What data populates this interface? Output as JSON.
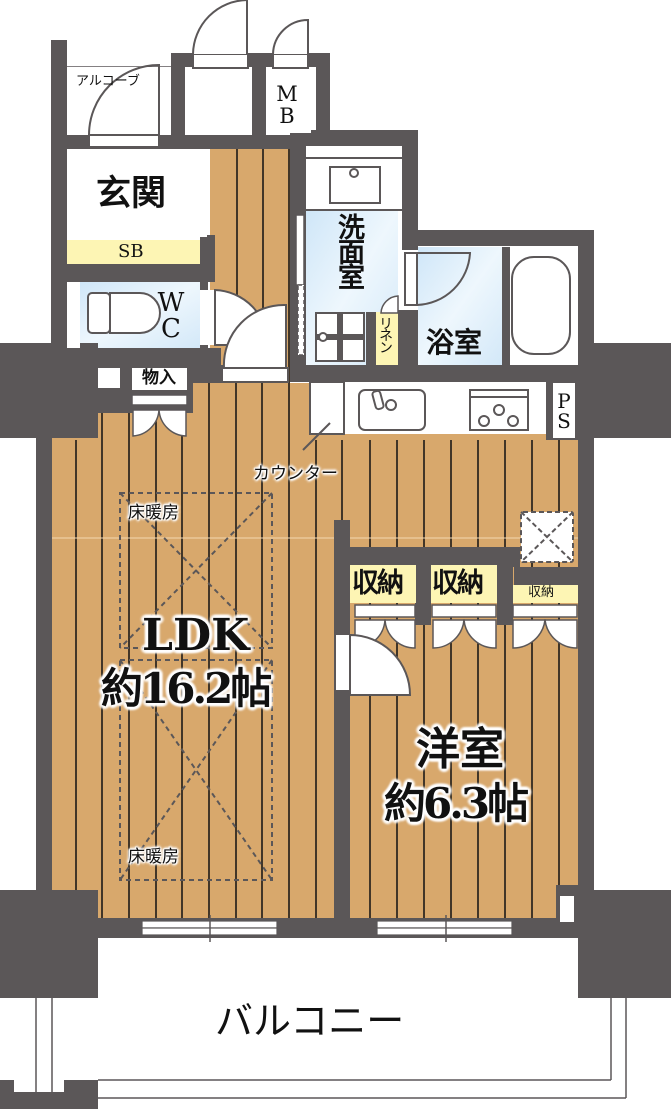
{
  "plan": {
    "title": "Floor plan 1LDK",
    "colors": {
      "wall": "#5b5758",
      "floor_wood": "#d8a86c",
      "floor_line": "#111111",
      "wet_area": "#d7ebf9",
      "storage_label_bg": "#fdf5b4",
      "fixture_stroke": "#5b5758",
      "heating_dash": "#5b5758"
    },
    "rooms": {
      "alcove": "アルコーブ",
      "mb": "MB",
      "entrance": "玄関",
      "shoe_box": "SB",
      "toilet": "WC",
      "washroom": "洗面室",
      "linen": "リネン",
      "bathroom": "浴室",
      "storeroom": "物入",
      "ps": "PS",
      "counter": "カウンター",
      "ldk_name": "LDK",
      "ldk_size": "約16.2帖",
      "western_room_name": "洋室",
      "western_room_size": "約6.3帖",
      "closet_1": "収納",
      "closet_2": "収納",
      "closet_3": "収納",
      "balcony": "バルコニー"
    },
    "floor_heating": {
      "label_top": "床暖房",
      "label_bottom": "床暖房"
    }
  }
}
